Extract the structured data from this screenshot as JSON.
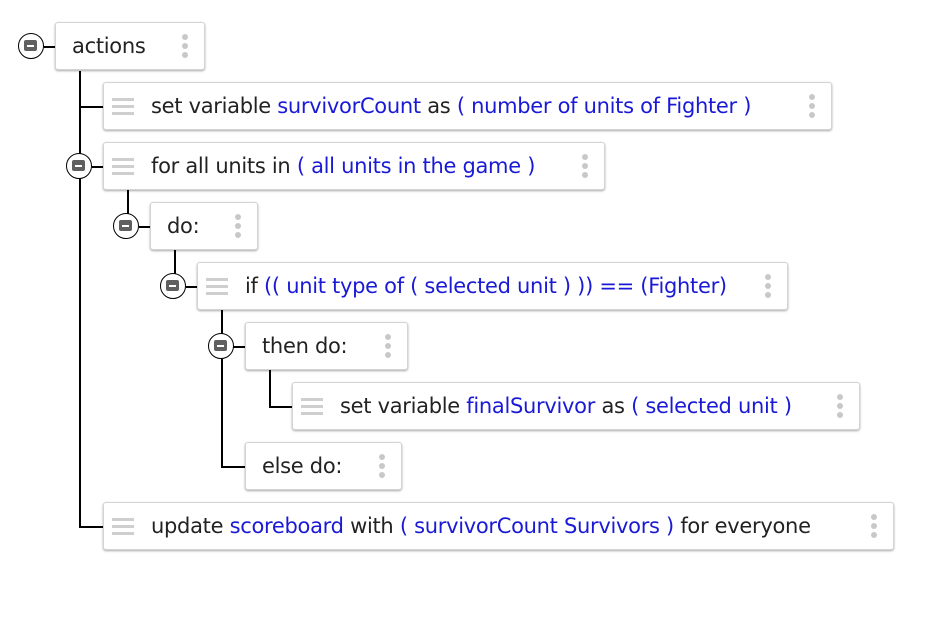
{
  "colors": {
    "keyword": "#222222",
    "value": "#1a1ad6",
    "connector": "#000000",
    "handle": "#cfcfcf"
  },
  "icons": {
    "toggle": "collapse-minus-icon",
    "handle": "drag-handle-icon",
    "menu": "more-vertical-icon"
  },
  "root": {
    "label": "actions"
  },
  "set_survivor": {
    "kw1": "set variable",
    "var": "survivorCount",
    "kw2": "as",
    "expr": "( number of units of Fighter )"
  },
  "for_all": {
    "kw": "for all units in",
    "expr": "( all units in the game )"
  },
  "do_label": "do:",
  "if_block": {
    "kw": "if",
    "expr": "(( unit type of ( selected unit ) )) == (Fighter)"
  },
  "then_label": "then do:",
  "set_final": {
    "kw1": "set variable",
    "var": "finalSurvivor",
    "kw2": "as",
    "expr": "( selected unit )"
  },
  "else_label": "else do:",
  "update": {
    "kw1": "update",
    "target": "scoreboard",
    "kw2": "with",
    "expr": "( survivorCount Survivors )",
    "kw3": "for everyone"
  }
}
